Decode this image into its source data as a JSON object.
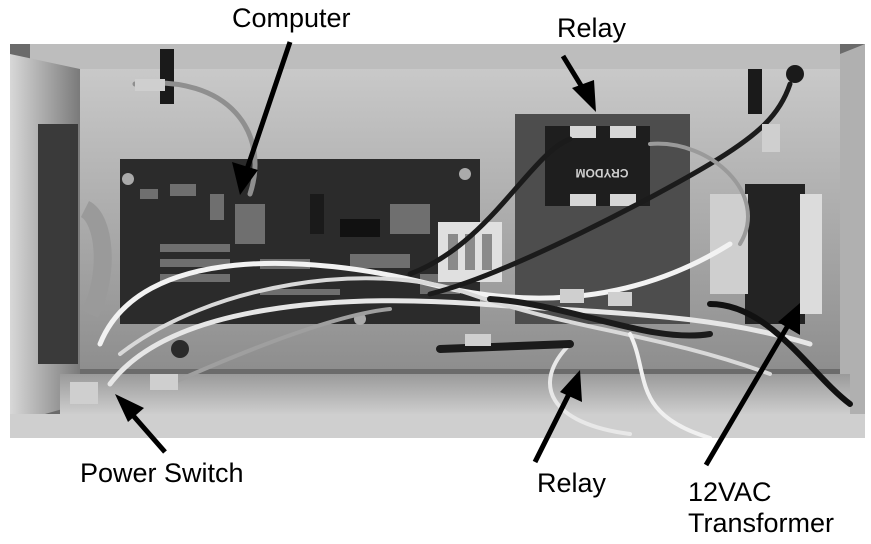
{
  "callouts": {
    "computer": "Computer",
    "relay_top": "Relay",
    "power_switch": "Power Switch",
    "relay_bottom": "Relay",
    "transformer_line1": "12VAC",
    "transformer_line2": "Transformer"
  },
  "relay_marking": "CRYDOM",
  "colors": {
    "text": "#000000",
    "background": "#ffffff"
  }
}
